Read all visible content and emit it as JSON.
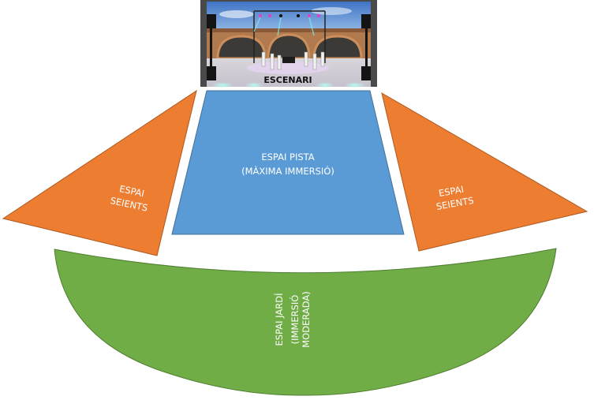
{
  "stage": {
    "label": "ESCENARI",
    "image": "stage-render-with-truss-lights-speakers-and-brick-arches"
  },
  "zones": {
    "pista": {
      "line1": "ESPAI PISTA",
      "line2": "(MÀXIMA IMMERSIÓ)",
      "color": "#5b9bd5",
      "stroke": "#41719c"
    },
    "seients_left": {
      "line1": "ESPAI",
      "line2": "SEIENTS",
      "color": "#ed7d31",
      "stroke": "#ae5a21"
    },
    "seients_right": {
      "line1": "ESPAI",
      "line2": "SEIENTS",
      "color": "#ed7d31",
      "stroke": "#ae5a21"
    },
    "jardi": {
      "line1": "ESPAI JARDÍ",
      "line2": "(IMMERSIÓ",
      "line3": "MODERADA)",
      "color": "#70ad47",
      "stroke": "#507e32"
    }
  }
}
